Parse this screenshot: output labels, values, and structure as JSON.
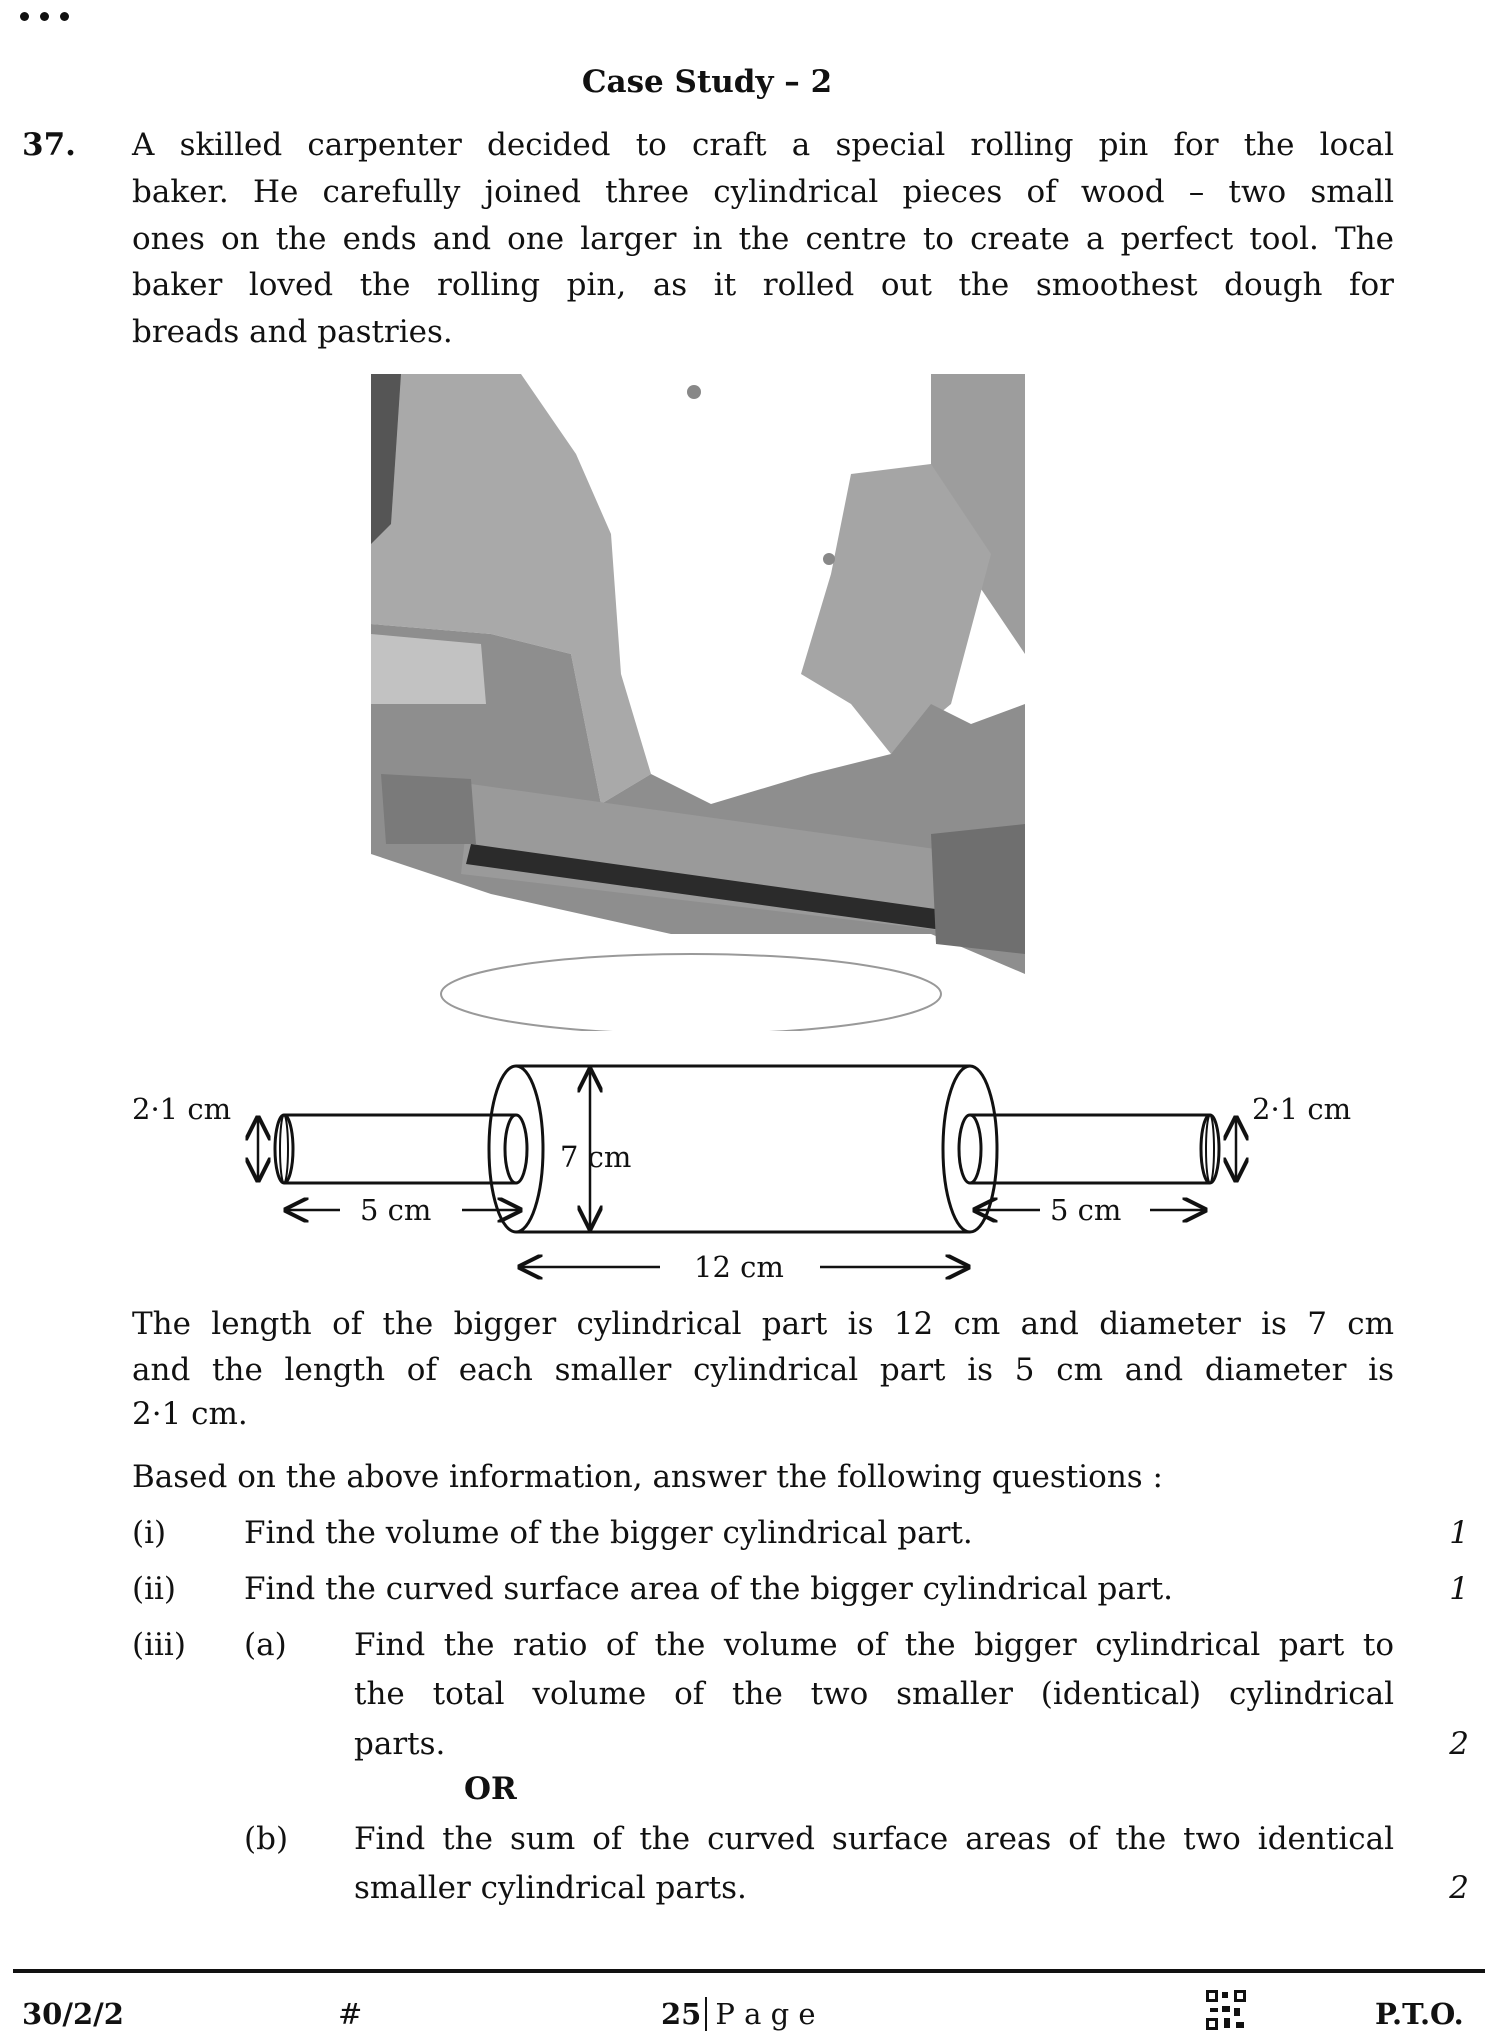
{
  "header": {
    "title": "Case Study – 2"
  },
  "question": {
    "number": "37.",
    "intro_lines": [
      "A skilled carpenter decided to craft a special rolling pin for the local",
      "baker. He carefully joined three cylindrical pieces of wood – two small",
      "ones on the ends and one larger in the centre to create a perfect tool. The",
      "baker loved the rolling pin, as it rolled out the smoothest dough for",
      "breads and pastries."
    ],
    "diagram": {
      "small_diameter_left": "2·1 cm",
      "small_diameter_right": "2·1 cm",
      "big_diameter": "7 cm",
      "small_length_left": "5 cm",
      "small_length_right": "5 cm",
      "big_length": "12 cm"
    },
    "info_lines": [
      "The length of the bigger cylindrical part is 12 cm and diameter is 7 cm",
      "and the length of each smaller cylindrical part is 5 cm and diameter is",
      "2·1 cm."
    ],
    "prompt": "Based on the above information, answer the following questions :",
    "parts": [
      {
        "label": "(i)",
        "text": "Find the volume of the bigger cylindrical part.",
        "marks": "1"
      },
      {
        "label": "(ii)",
        "text": "Find the curved surface area of the bigger cylindrical part.",
        "marks": "1"
      },
      {
        "label": "(iii)",
        "sub": "(a)",
        "lines": [
          "Find the ratio of the volume of the bigger cylindrical part to",
          "the total volume of the two smaller (identical) cylindrical",
          "parts."
        ],
        "marks": "2"
      },
      {
        "or": "OR"
      },
      {
        "sub": "(b)",
        "lines": [
          "Find the sum of the curved surface areas of the two identical",
          "smaller cylindrical parts."
        ],
        "marks": "2"
      }
    ]
  },
  "footer": {
    "code": "30/2/2",
    "hash": "#",
    "page_num": "25",
    "page_label": "P a g e",
    "pto": "P.T.O."
  }
}
